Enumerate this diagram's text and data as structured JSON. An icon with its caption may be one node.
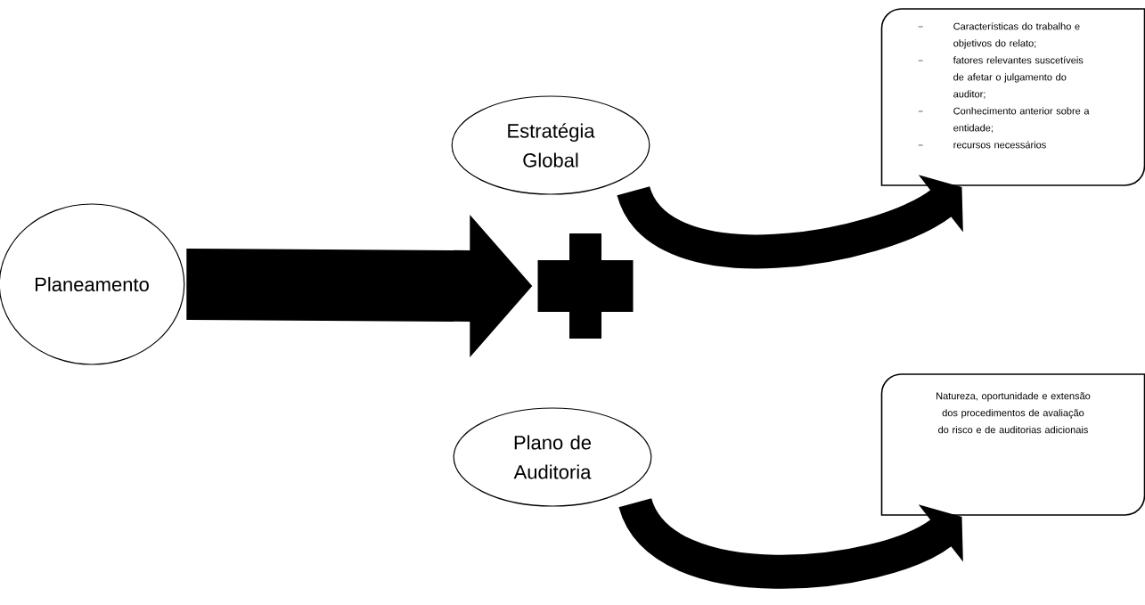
{
  "diagram": {
    "nodes": [
      {
        "text": [
          "Planeamento"
        ]
      },
      {
        "text": [
          "Estratégia Global"
        ]
      },
      {
        "text": [
          "Plano de Auditoria"
        ]
      },
      {
        "text": [
          "Características do trabalho e objetivos do relato;",
          "fatores relevantes suscetíveis de afetar o julgamento do auditor;",
          "Conhecimento anterior sobre a entidade;",
          "recursos necessários"
        ]
      },
      {
        "text": [
          "Natureza, oportunidade e extensão dos procedimentos de avaliação do risco e de auditorias adicionais"
        ]
      },
      {
        "text": [],
        "shape": "cross"
      }
    ],
    "edges": [
      {
        "from": 0,
        "to": 5,
        "arrow": "to",
        "style": "thick"
      },
      {
        "from": 1,
        "to": 3,
        "arrow": "to"
      },
      {
        "from": 2,
        "to": 4,
        "arrow": "to"
      }
    ]
  }
}
